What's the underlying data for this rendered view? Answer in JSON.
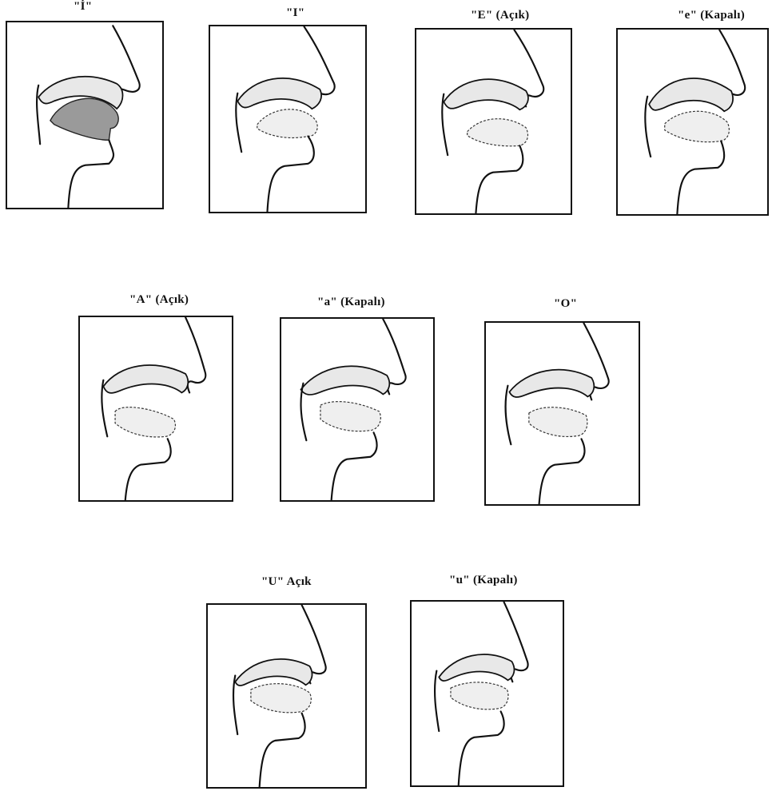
{
  "panels": [
    {
      "id": "i-dotted",
      "label": "\"İ\"",
      "tongue": "high-front-dark"
    },
    {
      "id": "i-dotless",
      "label": "\"I\"",
      "tongue": "high-back"
    },
    {
      "id": "e-open",
      "label": "\"E\" (Açık)",
      "tongue": "mid-front"
    },
    {
      "id": "e-closed",
      "label": "\"e\" (Kapalı)",
      "tongue": "high-mid-front"
    },
    {
      "id": "a-open",
      "label": "\"A\" (Açık)",
      "tongue": "low"
    },
    {
      "id": "a-closed",
      "label": "\"a\" (Kapalı)",
      "tongue": "low-back"
    },
    {
      "id": "o",
      "label": "\"O\"",
      "tongue": "mid-back-rounded"
    },
    {
      "id": "u-open",
      "label": "\"U\" Açık",
      "tongue": "high-back-rounded"
    },
    {
      "id": "u-closed",
      "label": "\"u\" (Kapalı)",
      "tongue": "high-back-closed"
    }
  ]
}
